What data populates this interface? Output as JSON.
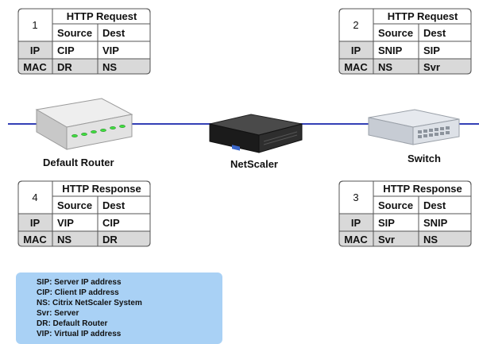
{
  "packets": [
    {
      "number": "1",
      "title": "HTTP Request",
      "col_source": "Source",
      "col_dest": "Dest",
      "rows": [
        {
          "label": "IP",
          "source": "CIP",
          "dest": "VIP"
        },
        {
          "label": "MAC",
          "source": "DR",
          "dest": "NS"
        }
      ]
    },
    {
      "number": "2",
      "title": "HTTP Request",
      "col_source": "Source",
      "col_dest": "Dest",
      "rows": [
        {
          "label": "IP",
          "source": "SNIP",
          "dest": "SIP"
        },
        {
          "label": "MAC",
          "source": "NS",
          "dest": "Svr"
        }
      ]
    },
    {
      "number": "3",
      "title": "HTTP Response",
      "col_source": "Source",
      "col_dest": "Dest",
      "rows": [
        {
          "label": "IP",
          "source": "SIP",
          "dest": "SNIP"
        },
        {
          "label": "MAC",
          "source": "Svr",
          "dest": "NS"
        }
      ]
    },
    {
      "number": "4",
      "title": "HTTP Response",
      "col_source": "Source",
      "col_dest": "Dest",
      "rows": [
        {
          "label": "IP",
          "source": "VIP",
          "dest": "CIP"
        },
        {
          "label": "MAC",
          "source": "NS",
          "dest": "DR"
        }
      ]
    }
  ],
  "devices": {
    "router": {
      "label": "Default Router"
    },
    "netscaler": {
      "label": "NetScaler"
    },
    "switch": {
      "label": "Switch"
    }
  },
  "legend": [
    "SIP: Server IP address",
    "CIP: Client IP address",
    "NS: Citrix NetScaler System",
    "Svr: Server",
    "DR: Default Router",
    "VIP: Virtual IP address"
  ],
  "colors": {
    "network_line": "#3340b6",
    "legend_bg": "#a9d1f5",
    "table_header_fill": "#d9d9d9"
  }
}
